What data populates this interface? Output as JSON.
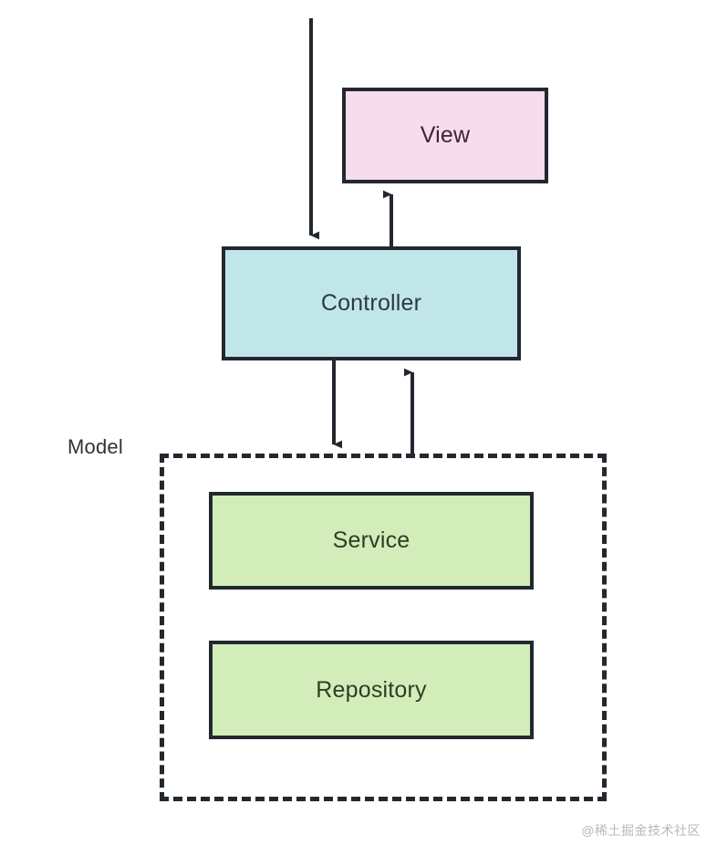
{
  "diagram": {
    "title": "MVC layered architecture diagram",
    "nodes": [
      {
        "id": "view",
        "label": "View",
        "fill": "#f6dcec",
        "stroke": "#22282e",
        "text_color": "#3d2432"
      },
      {
        "id": "controller",
        "label": "Controller",
        "fill": "#c0e6ea",
        "stroke": "#22282e",
        "text_color": "#2b3a42"
      },
      {
        "id": "service",
        "label": "Service",
        "fill": "#d2edba",
        "stroke": "#22282e",
        "text_color": "#2e3d22"
      },
      {
        "id": "repository",
        "label": "Repository",
        "fill": "#d2edba",
        "stroke": "#22282e",
        "text_color": "#2e3d22"
      }
    ],
    "group": {
      "id": "model",
      "label": "Model",
      "border_style": "dashed",
      "stroke": "#22282e",
      "text_color": "#333333"
    },
    "edges": [
      {
        "id": "request-to-controller",
        "from": "external-request",
        "to": "controller",
        "direction": "down"
      },
      {
        "id": "controller-to-view",
        "from": "controller",
        "to": "view",
        "direction": "up"
      },
      {
        "id": "controller-to-model",
        "from": "controller",
        "to": "model",
        "direction": "down"
      },
      {
        "id": "model-to-controller",
        "from": "model",
        "to": "controller",
        "direction": "up"
      }
    ],
    "arrow_color": "#22282e"
  },
  "watermark": {
    "text": "@稀土掘金技术社区"
  }
}
